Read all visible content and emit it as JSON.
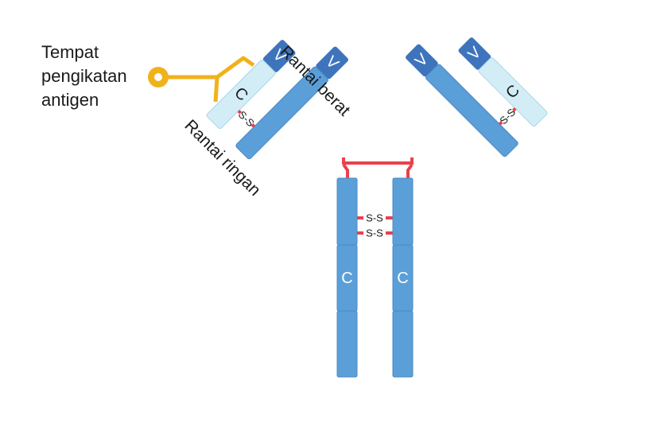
{
  "labels": {
    "binding_site": [
      "Tempat",
      "pengikatan",
      "antigen"
    ],
    "heavy_chain": "Rantai berat",
    "light_chain": "Rantai ringan"
  },
  "region_labels": {
    "variable": "V",
    "constant": "C"
  },
  "disulfide_label": "S-S",
  "colors": {
    "variable_dark": "#3e74bb",
    "heavy_constant": "#5b9fd8",
    "light_constant": "#d3edf6",
    "light_constant_border": "#a9d6ea",
    "disulfide": "#e8424a",
    "binding_site": "#f0b21c",
    "text": "#1a1a1a"
  }
}
